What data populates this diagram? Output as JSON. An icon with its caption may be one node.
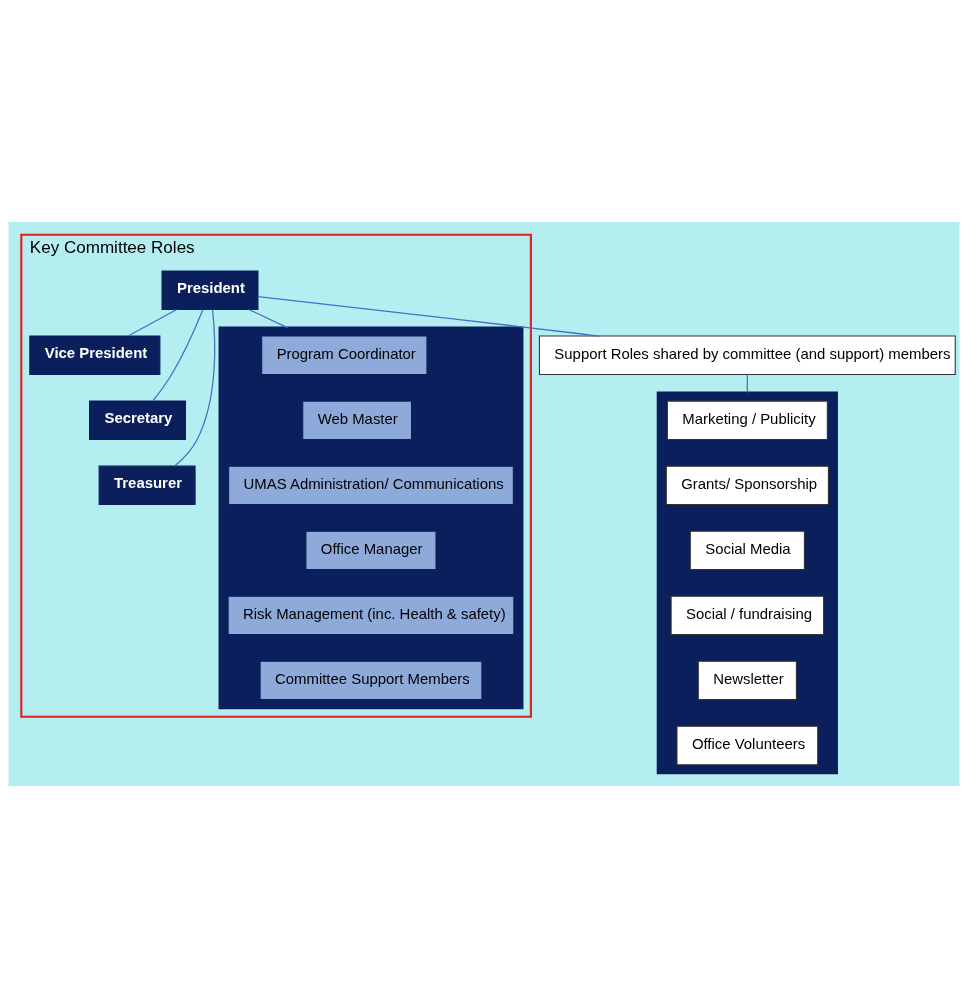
{
  "diagram": {
    "nodes": [
      {
        "text": [
          "Key Committee Roles"
        ]
      },
      {
        "text": [
          "President"
        ],
        "in": 0
      },
      {
        "text": [
          "Vice President"
        ],
        "in": 0
      },
      {
        "text": [
          "Secretary"
        ],
        "in": 0
      },
      {
        "text": [
          "Treasurer"
        ],
        "in": 0
      },
      {
        "text": [],
        "shape": "box",
        "in": 0
      },
      {
        "text": [
          "Program Coordinator"
        ],
        "in": 5
      },
      {
        "text": [
          "Web Master"
        ],
        "in": 5
      },
      {
        "text": [
          "UMAS Administration/ Communications"
        ],
        "in": 5
      },
      {
        "text": [
          "Office Manager"
        ],
        "in": 5
      },
      {
        "text": [
          "Risk Management (inc. Health & safety)"
        ],
        "in": 5
      },
      {
        "text": [
          "Committee Support Members"
        ],
        "in": 5
      },
      {
        "text": [
          "Support Roles shared by committee (and support) members"
        ]
      },
      {
        "text": [],
        "shape": "box"
      },
      {
        "text": [
          "Marketing / Publicity"
        ],
        "in": 13
      },
      {
        "text": [
          "Grants/ Sponsorship"
        ],
        "in": 13
      },
      {
        "text": [
          "Social Media"
        ],
        "in": 13
      },
      {
        "text": [
          "Social / fundraising"
        ],
        "in": 13
      },
      {
        "text": [
          "Newsletter"
        ],
        "in": 13
      },
      {
        "text": [
          "Office Volunteers"
        ],
        "in": 13
      }
    ],
    "edges": [
      {
        "from": 1,
        "to": 2,
        "arrow": "none"
      },
      {
        "from": 1,
        "to": 3,
        "arrow": "none"
      },
      {
        "from": 1,
        "to": 4,
        "arrow": "none"
      },
      {
        "from": 1,
        "to": 5,
        "arrow": "none"
      },
      {
        "from": 1,
        "to": 12,
        "arrow": "none"
      },
      {
        "from": 12,
        "to": 13,
        "arrow": "none"
      }
    ]
  }
}
